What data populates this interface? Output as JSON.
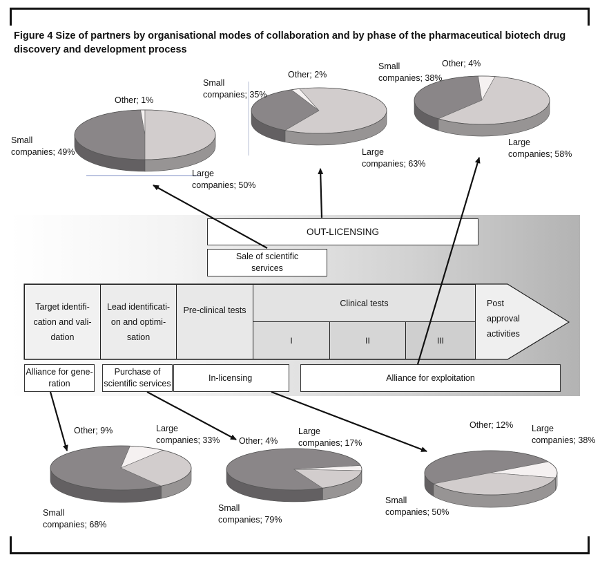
{
  "figure": {
    "title": "Figure 4 Size of partners by organisational modes of collaboration and by phase of the pharmaceutical biotech drug discovery and development process"
  },
  "colors": {
    "small_companies": "#8a8688",
    "large_companies": "#d2cdcd",
    "other": "#f5f1f1",
    "band_start": "#ffffff",
    "band_end": "#b3b3b3"
  },
  "boxes": {
    "out_licensing": "OUT-LICENSING",
    "sale_of_scientific_services": "Sale of scientific\nservices",
    "alliance_for_generation": "Alliance for gene-\nration",
    "purchase_of_scientific_services": "Purchase of\nscientific services",
    "in_licensing": "In-licensing",
    "alliance_for_exploitation": "Alliance for exploitation"
  },
  "phases": {
    "target": "Target identifi-\ncation and vali-\ndation",
    "lead": "Lead identificati-\non and optimi-\nsation",
    "preclinical": "Pre-clinical tests",
    "clinical": "Clinical tests",
    "clinical_sub": [
      "I",
      "II",
      "III"
    ],
    "post": "Post\napproval\nactivities"
  },
  "chart_data": [
    {
      "type": "pie",
      "mode": "Sale of scientific services",
      "labels": [
        "Small companies",
        "Large companies",
        "Other"
      ],
      "values": [
        49,
        50,
        1
      ],
      "label_text": [
        "Small\ncompanies; 49%",
        "Large\ncompanies; 50%",
        "Other; 1%"
      ]
    },
    {
      "type": "pie",
      "mode": "Out-licensing",
      "labels": [
        "Small companies",
        "Large companies",
        "Other"
      ],
      "values": [
        35,
        63,
        2
      ],
      "label_text": [
        "Small\ncompanies; 35%",
        "Large\ncompanies; 63%",
        "Other; 2%"
      ]
    },
    {
      "type": "pie",
      "mode": "Alliance for exploitation (out-licensing side)",
      "labels": [
        "Small companies",
        "Large companies",
        "Other"
      ],
      "values": [
        38,
        58,
        4
      ],
      "label_text": [
        "Small\ncompanies; 38%",
        "Large\ncompanies; 58%",
        "Other; 4%"
      ]
    },
    {
      "type": "pie",
      "mode": "Alliance for generation",
      "labels": [
        "Small companies",
        "Large companies",
        "Other"
      ],
      "values": [
        68,
        33,
        9
      ],
      "label_text": [
        "Small\ncompanies; 68%",
        "Large\ncompanies; 33%",
        "Other; 9%"
      ]
    },
    {
      "type": "pie",
      "mode": "Purchase of scientific services",
      "labels": [
        "Small companies",
        "Large companies",
        "Other"
      ],
      "values": [
        79,
        17,
        4
      ],
      "label_text": [
        "Small\ncompanies; 79%",
        "Large\ncompanies; 17%",
        "Other; 4%"
      ]
    },
    {
      "type": "pie",
      "mode": "In-licensing",
      "labels": [
        "Small companies",
        "Large companies",
        "Other"
      ],
      "values": [
        50,
        38,
        12
      ],
      "label_text": [
        "Small\ncompanies; 50%",
        "Large\ncompanies; 38%",
        "Other; 12%"
      ]
    }
  ]
}
